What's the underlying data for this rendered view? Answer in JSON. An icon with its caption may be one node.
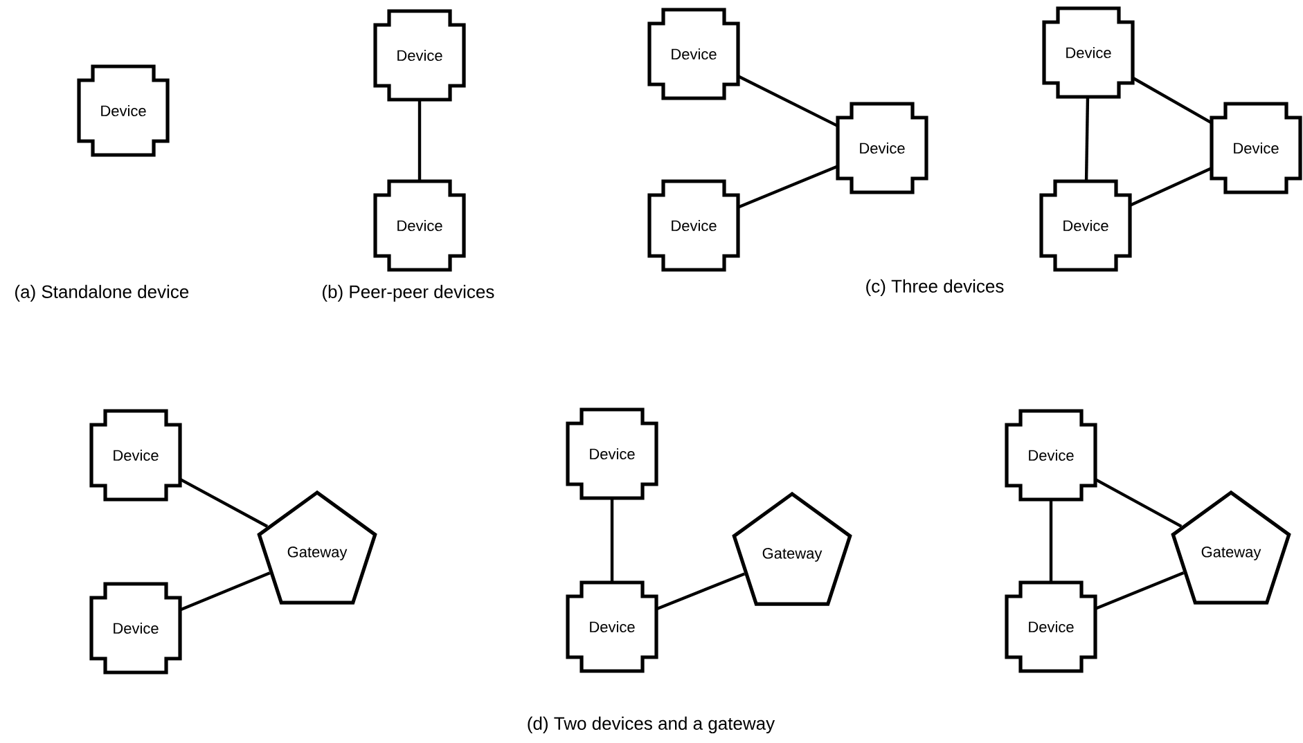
{
  "diagram": {
    "nodes": [
      {
        "text": [
          "Device"
        ]
      },
      {
        "text": [
          "Device"
        ]
      },
      {
        "text": [
          "Device"
        ]
      },
      {
        "text": [
          "Device"
        ]
      },
      {
        "text": [
          "Device"
        ]
      },
      {
        "text": [
          "Device"
        ]
      },
      {
        "text": [
          "Device"
        ]
      },
      {
        "text": [
          "Device"
        ]
      },
      {
        "text": [
          "Device"
        ]
      },
      {
        "text": [
          "Device"
        ]
      },
      {
        "text": [
          "Device"
        ]
      },
      {
        "text": [
          "Gateway"
        ]
      },
      {
        "text": [
          "Device"
        ]
      },
      {
        "text": [
          "Device"
        ]
      },
      {
        "text": [
          "Gateway"
        ]
      },
      {
        "text": [
          "Device"
        ]
      },
      {
        "text": [
          "Device"
        ]
      },
      {
        "text": [
          "Gateway"
        ]
      }
    ],
    "edges": [
      {
        "from": 1,
        "to": 2,
        "arrow": "none"
      },
      {
        "from": 3,
        "to": 4,
        "arrow": "none"
      },
      {
        "from": 5,
        "to": 4,
        "arrow": "none"
      },
      {
        "from": 6,
        "to": 8,
        "arrow": "none"
      },
      {
        "from": 6,
        "to": 7,
        "arrow": "none"
      },
      {
        "from": 8,
        "to": 7,
        "arrow": "none"
      },
      {
        "from": 9,
        "to": 11,
        "arrow": "none"
      },
      {
        "from": 10,
        "to": 11,
        "arrow": "none"
      },
      {
        "from": 12,
        "to": 13,
        "arrow": "none"
      },
      {
        "from": 13,
        "to": 14,
        "arrow": "none"
      },
      {
        "from": 15,
        "to": 16,
        "arrow": "none"
      },
      {
        "from": 15,
        "to": 17,
        "arrow": "none"
      },
      {
        "from": 16,
        "to": 17,
        "arrow": "none"
      }
    ],
    "labels": [
      "(a) Standalone device",
      "(b) Peer-peer devices",
      "(c) Three devices",
      "(d) Two devices and a gateway"
    ]
  }
}
